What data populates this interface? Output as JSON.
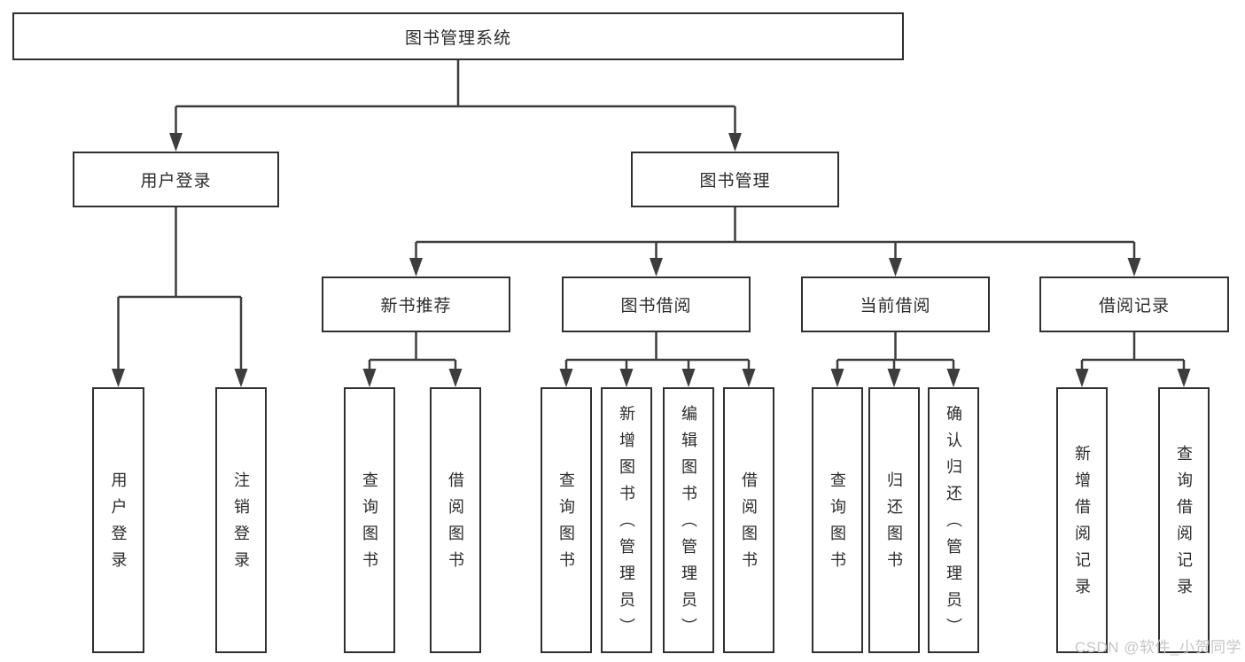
{
  "diagram": {
    "type": "hierarchy-tree",
    "watermark": "CSDN @软件_小贺同学",
    "colors": {
      "background": "#ffffff",
      "line": "#3d3d3d",
      "box_border": "#2f2f2f",
      "text": "#2b2b2b",
      "watermark": "#c6c6c6"
    },
    "tree": {
      "root": {
        "label": "图书管理系统",
        "children": [
          {
            "label": "用户登录",
            "children": [
              {
                "label": "用户登录"
              },
              {
                "label": "注销登录"
              }
            ]
          },
          {
            "label": "图书管理",
            "children": [
              {
                "label": "新书推荐",
                "children": [
                  {
                    "label": "查询图书"
                  },
                  {
                    "label": "借阅图书"
                  }
                ]
              },
              {
                "label": "图书借阅",
                "children": [
                  {
                    "label": "查询图书"
                  },
                  {
                    "label": "新增图书（管理员）"
                  },
                  {
                    "label": "编辑图书（管理员）"
                  },
                  {
                    "label": "借阅图书"
                  }
                ]
              },
              {
                "label": "当前借阅",
                "children": [
                  {
                    "label": "查询图书"
                  },
                  {
                    "label": "归还图书"
                  },
                  {
                    "label": "确认归还（管理员）"
                  }
                ]
              },
              {
                "label": "借阅记录",
                "children": [
                  {
                    "label": "新增借阅记录"
                  },
                  {
                    "label": "查询借阅记录"
                  }
                ]
              }
            ]
          }
        ]
      }
    }
  }
}
